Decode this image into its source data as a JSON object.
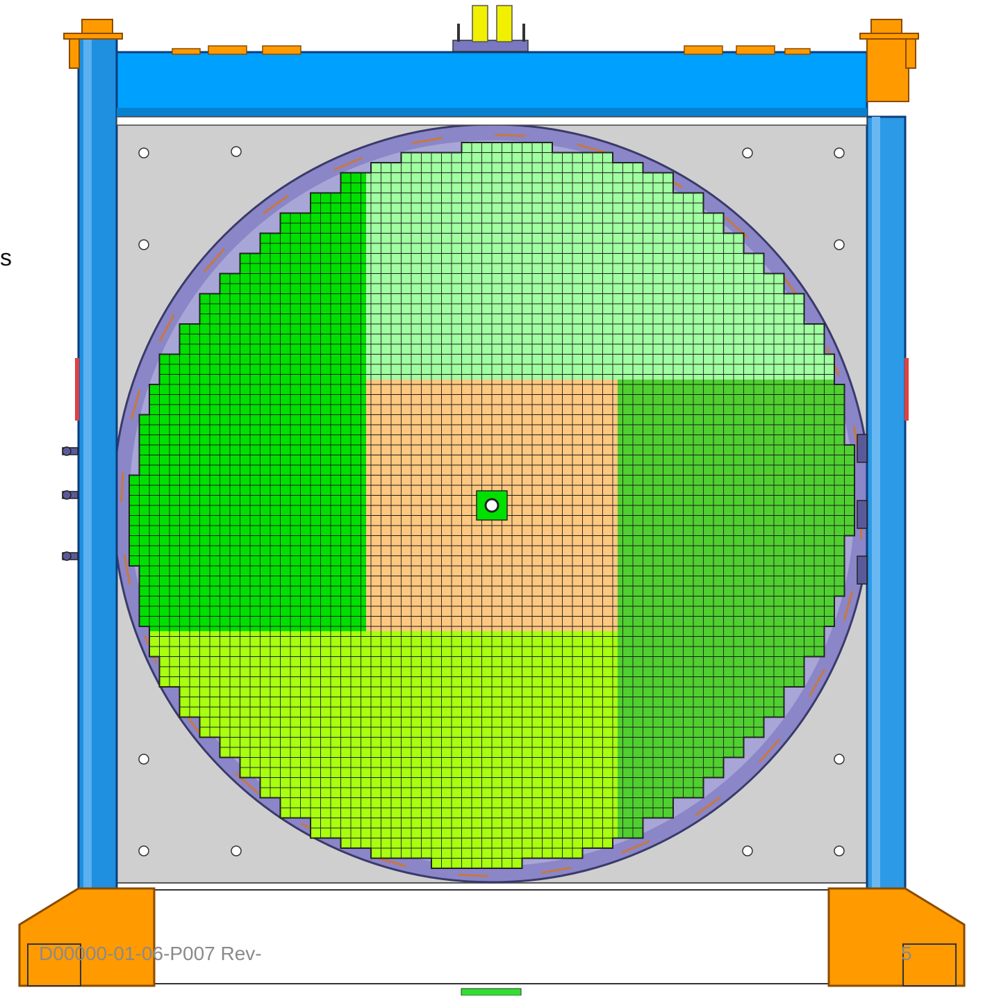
{
  "footer": {
    "doc_id": "D00000-01-06-P007 Rev-",
    "page_number": "5"
  },
  "edge_text": "s",
  "colors": {
    "frame_blue": "#1f8fe0",
    "frame_blue_dark": "#1565b5",
    "top_beam": "#00a0ff",
    "orange": "#ff9a00",
    "plate_gray": "#cfcfcf",
    "bracket_purple": "#8080c8",
    "copper": "#c87840",
    "q_left": "#00e000",
    "q_top_right": "#a0ffa0",
    "q_center": "#ffc880",
    "q_right": "#50d030",
    "q_bottom": "#a8ff10",
    "connector_yellow": "#f0f000"
  }
}
